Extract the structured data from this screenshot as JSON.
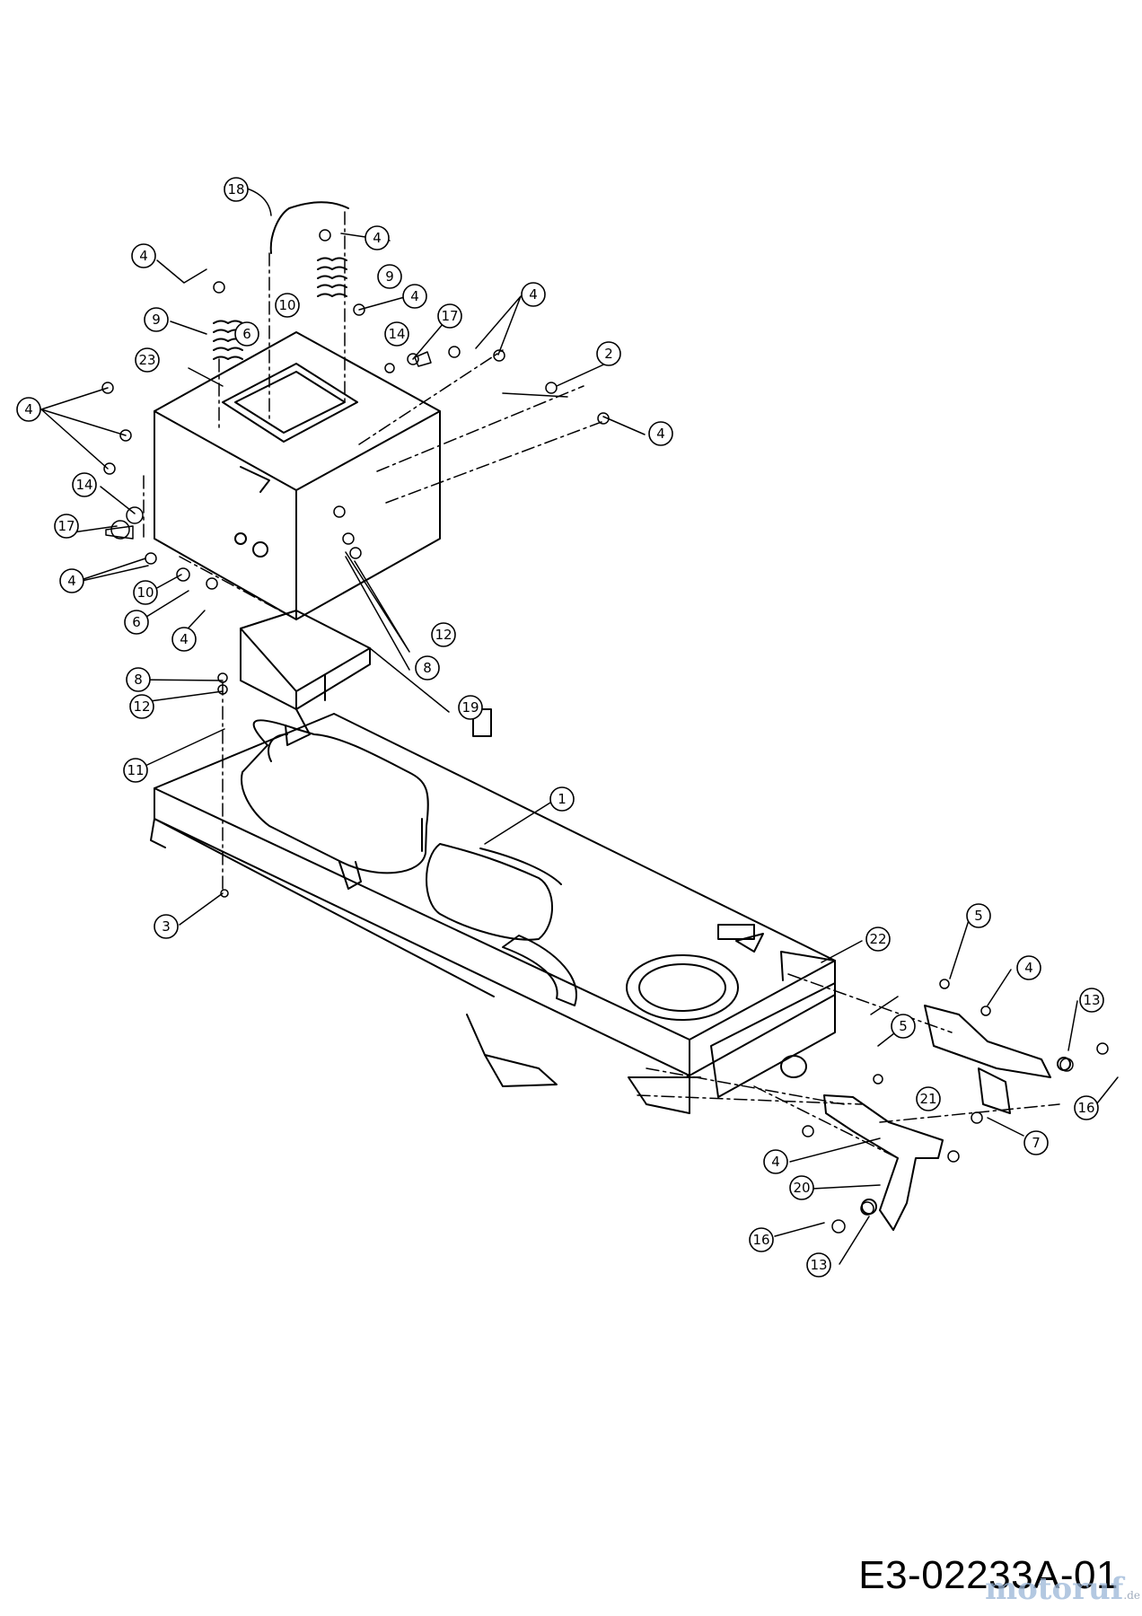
{
  "diagram": {
    "code": "E3-02233A-01",
    "watermark": "motoruf",
    "watermark_suffix": ".de",
    "callouts": [
      "18",
      "4",
      "4",
      "9",
      "4",
      "9",
      "10",
      "6",
      "17",
      "14",
      "4",
      "2",
      "23",
      "4",
      "4",
      "14",
      "17",
      "4",
      "10",
      "6",
      "4",
      "12",
      "8",
      "8",
      "12",
      "19",
      "11",
      "1",
      "3",
      "22",
      "5",
      "4",
      "13",
      "5",
      "21",
      "16",
      "7",
      "4",
      "20",
      "16",
      "13"
    ]
  },
  "colors": {
    "line": "#000000",
    "background": "#ffffff"
  }
}
